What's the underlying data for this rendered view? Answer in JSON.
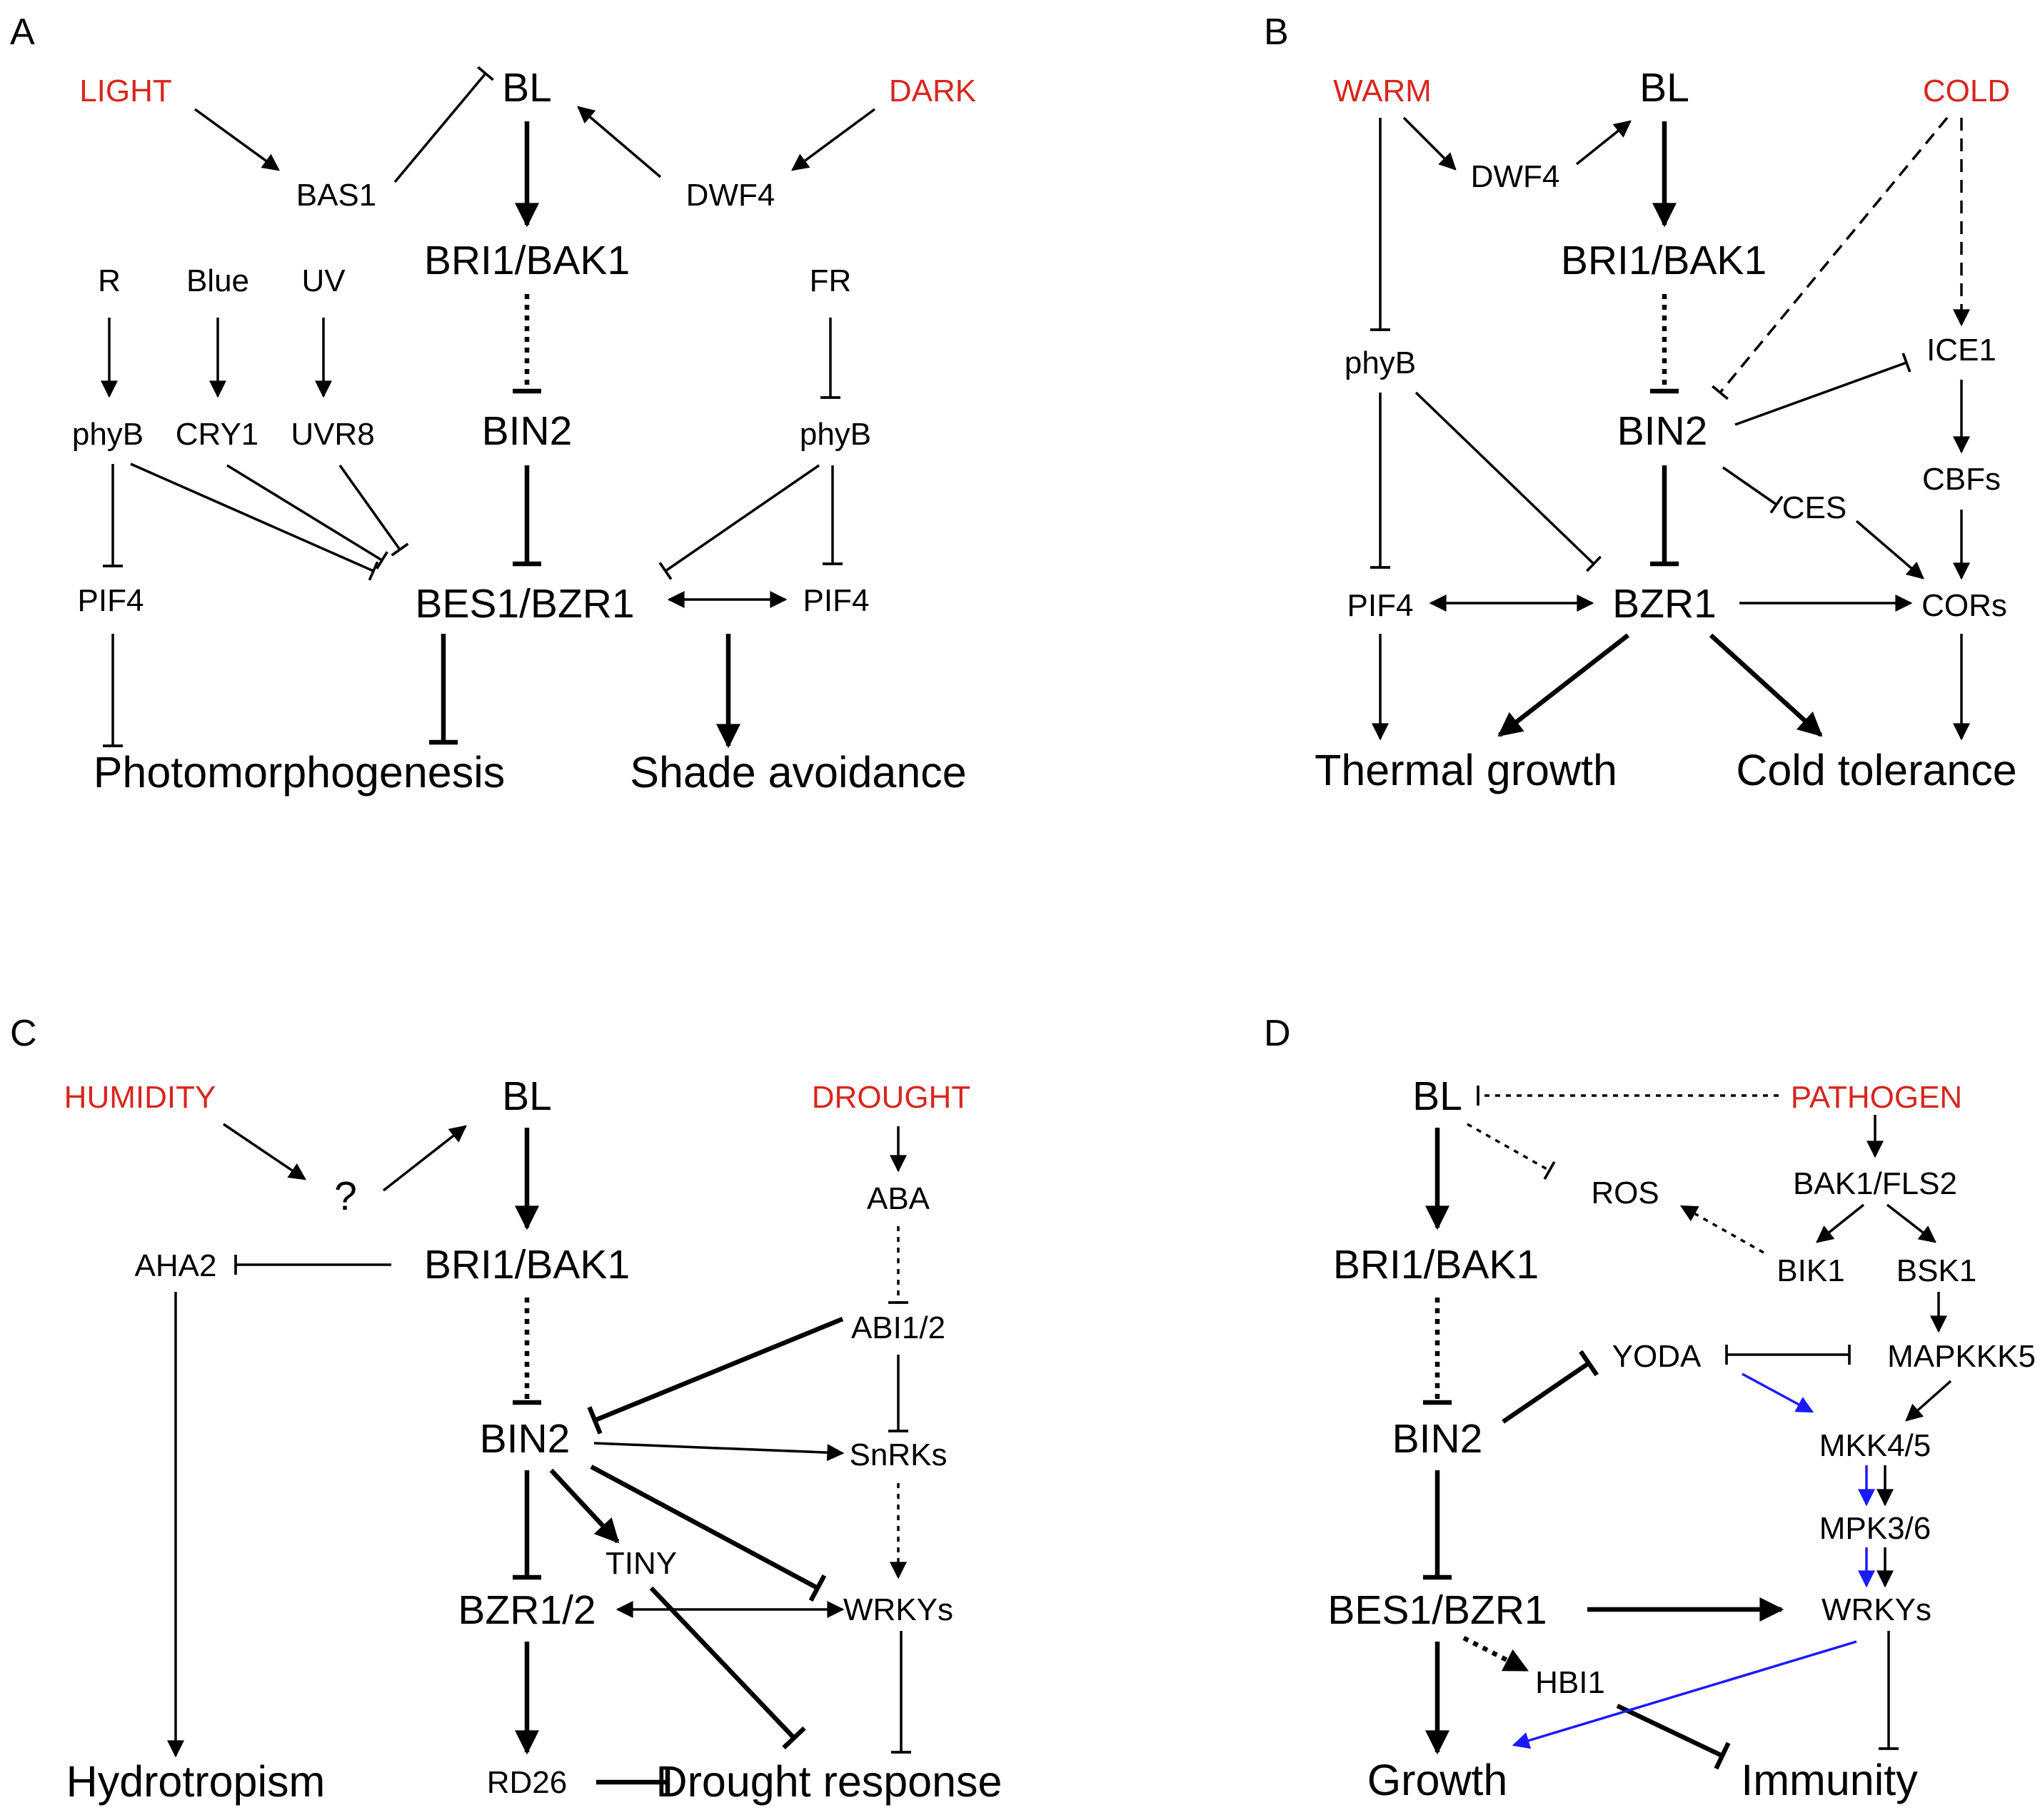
{
  "panels": {
    "A": {
      "label": "A",
      "stimuli": {
        "left": "LIGHT",
        "right": "DARK"
      },
      "nodes": {
        "bl": "BL",
        "bas1": "BAS1",
        "dwf4": "DWF4",
        "receptor": "BRI1/BAK1",
        "r": "R",
        "blue": "Blue",
        "uv": "UV",
        "fr": "FR",
        "phyb_left": "phyB",
        "cry1": "CRY1",
        "uvr8": "UVR8",
        "bin2": "BIN2",
        "phyb_right": "phyB",
        "pif4_left": "PIF4",
        "bes1": "BES1/BZR1",
        "pif4_right": "PIF4"
      },
      "outputs": {
        "left": "Photomorphogenesis",
        "right": "Shade avoidance"
      }
    },
    "B": {
      "label": "B",
      "stimuli": {
        "left": "WARM",
        "right": "COLD"
      },
      "nodes": {
        "bl": "BL",
        "dwf4": "DWF4",
        "receptor": "BRI1/BAK1",
        "phyb": "phyB",
        "ice1": "ICE1",
        "bin2": "BIN2",
        "cbfs": "CBFs",
        "ces": "CES",
        "pif4": "PIF4",
        "bzr1": "BZR1",
        "cors": "CORs"
      },
      "outputs": {
        "left": "Thermal growth",
        "right": "Cold tolerance"
      }
    },
    "C": {
      "label": "C",
      "stimuli": {
        "left": "HUMIDITY",
        "right": "DROUGHT"
      },
      "nodes": {
        "bl": "BL",
        "unknown": "?",
        "aba": "ABA",
        "aha2": "AHA2",
        "receptor": "BRI1/BAK1",
        "abi12": "ABI1/2",
        "bin2": "BIN2",
        "snrks": "SnRKs",
        "tiny": "TINY",
        "bzr12": "BZR1/2",
        "wrkys": "WRKYs",
        "rd26": "RD26"
      },
      "outputs": {
        "left": "Hydrotropism",
        "right": "Drought response"
      }
    },
    "D": {
      "label": "D",
      "stimuli": {
        "right": "PATHOGEN"
      },
      "nodes": {
        "bl": "BL",
        "bak1fls2": "BAK1/FLS2",
        "ros": "ROS",
        "receptor": "BRI1/BAK1",
        "bik1": "BIK1",
        "bsk1": "BSK1",
        "yoda": "YODA",
        "mapkkk5": "MAPKKK5",
        "bin2": "BIN2",
        "mkk45": "MKK4/5",
        "mpk36": "MPK3/6",
        "bes1": "BES1/BZR1",
        "wrkys": "WRKYs",
        "hbi1": "HBI1"
      },
      "outputs": {
        "left": "Growth",
        "right": "Immunity"
      }
    }
  },
  "colors": {
    "stimulus": "#d7261e",
    "text": "#000000",
    "blue_arrow": "#1a1aff"
  }
}
